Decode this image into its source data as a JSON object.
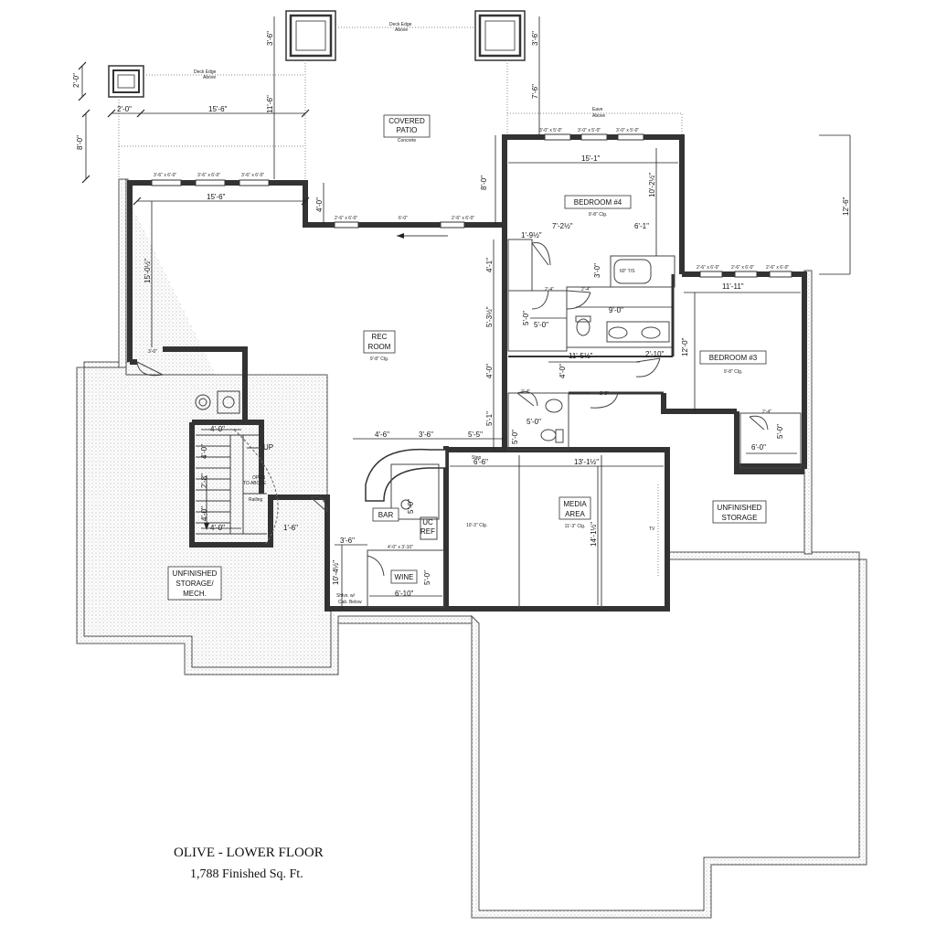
{
  "plan": {
    "title": "OLIVE - LOWER FLOOR",
    "subtitle": "1,788 Finished Sq. Ft."
  },
  "rooms": [
    {
      "name": "COVERED",
      "name2": "PATIO",
      "sub": "Concrete"
    },
    {
      "name": "BEDROOM #4",
      "sub": "9'-8\" Clg."
    },
    {
      "name": "REC",
      "name2": "ROOM",
      "sub": "9'-8\" Clg."
    },
    {
      "name": "BEDROOM #3",
      "sub": "9'-8\" Clg."
    },
    {
      "name": "UNFINISHED",
      "name2": "STORAGE"
    },
    {
      "name": "UNFINISHED",
      "name2": "STORAGE/",
      "name3": "MECH."
    },
    {
      "name": "MEDIA",
      "name2": "AREA",
      "sub": "11'-3\" Clg."
    },
    {
      "name": "BAR"
    },
    {
      "name": "WINE"
    },
    {
      "name": "UC",
      "name2": "REF"
    }
  ],
  "notes": {
    "deck_edge": "Deck Edge",
    "above": "Above",
    "eave": "Eave",
    "tub": "60\" T/S",
    "up": "UP",
    "open": "OPEN",
    "to_above": "TO ABOVE",
    "railing": "Railing",
    "step": "Step",
    "step2": "Step",
    "clg_media": "10'-3\" Clg.",
    "tv": "TV",
    "shelves": "Shlvs. w/",
    "cab_below": "Cab. Below",
    "door_3_0": "3'-0\"",
    "w2_4": "2'-4\"",
    "w2_8": "2'-8\""
  },
  "windows": {
    "rec": "3'-6\" x 6'-0\"",
    "rec2": "3'-6\" x 6'-0\"",
    "rec3": "3'-6\" x 6'-0\"",
    "patio_left": "2'-6\" x 6'-0\"",
    "patio_mid": "6'-0\"",
    "patio_right": "2'-6\" x 6'-0\"",
    "bed4_1": "3'-0\" x 5'-0\"",
    "bed4_2": "3'-0\" x 5'-0\"",
    "bed4_3": "3'-0\" x 5'-0\"",
    "bed3_1": "2'-6\" x 6'-0\"",
    "bed3_2": "2'-6\" x 6'-0\"",
    "bed3_3": "2'-6\" x 6'-0\"",
    "wine": "4'-0\" x 3'-10\""
  },
  "dims": {
    "d_2_0_v": "2'-0\"",
    "d_2_0_h": "2'-0\"",
    "d_15_6_top": "15'-6\"",
    "d_8_0_left": "8'-0\"",
    "d_3_6_a": "3'-6\"",
    "d_3_6_b": "3'-6\"",
    "d_11_6": "11'-6\"",
    "d_7_6": "7'-6\"",
    "d_15_6_rec": "15'-6\"",
    "d_4_0_patio": "4'-0\"",
    "d_8_0_mid": "8'-0\"",
    "d_15_1": "15'-1\"",
    "d_10_2": "10'-2½\"",
    "d_12_6": "12'-6\"",
    "d_1_9": "1'-9½\"",
    "d_7_2": "7'-2½\"",
    "d_6_1": "6'-1\"",
    "d_15_0_rec": "15'-0½\"",
    "d_4_1": "4'-1\"",
    "d_3_0_bath": "3'-0\"",
    "d_11_11": "11'-11\"",
    "d_5_0_a": "5'-0\"",
    "d_5_0_b": "5'-0\"",
    "d_9_0": "9'-0\"",
    "d_5_3": "5'-3½\"",
    "d_11_5": "11'-5½\"",
    "d_2_10": "2'-10\"",
    "d_12_0": "12'-0\"",
    "d_4_0_hall": "4'-0\"",
    "d_4_0_b": "4'-0\"",
    "d_5_1": "5'-1\"",
    "d_5_0_c": "5'-0\"",
    "d_5_0_d": "5'-0\"",
    "d_6_0": "6'-0\"",
    "d_5_0_e": "5'-0\"",
    "d_4_0_st": "4'-0\"",
    "d_4_0_st2": "4'-0\"",
    "d_2_8_st": "2'-8\"",
    "d_4_0_st3": "4'-0\"",
    "d_4_0_st4": "4'-0\"",
    "d_4_6": "4'-6\"",
    "d_3_6_bar": "3'-6\"",
    "d_5_5": "5'-5\"",
    "d_6_6": "6'-6\"",
    "d_13_1": "13'-1½\"",
    "d_14_1": "14'-1½\"",
    "d_1_6": "1'-6\"",
    "d_3_6_wine": "3'-6\"",
    "d_10_4": "10'-4½\"",
    "d_5_0_bar": "5'-0\"",
    "d_6_10": "6'-10\"",
    "d_5_0_wine": "5'-0\""
  }
}
